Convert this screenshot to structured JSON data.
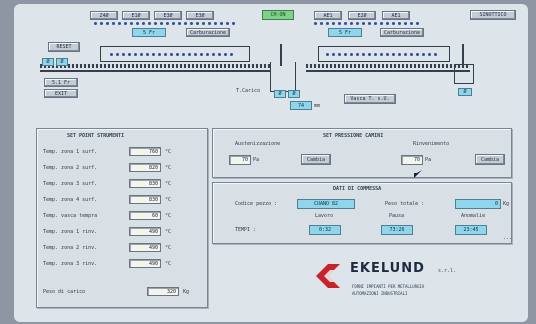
{
  "header": {
    "zones_left": [
      "Z4Ø",
      "E1Ø",
      "E3Ø",
      "E3Ø"
    ],
    "status": "CH-ON",
    "zones_right": [
      "AE1",
      "E2Ø",
      "AE1"
    ],
    "sinottico_label": "SINOTTICO"
  },
  "line": {
    "left_button": "RESET",
    "small_left_1": "Ø",
    "small_left_2": "Ø",
    "left_readout_1": "5.1  Fr",
    "left_readout_2": "EXIT",
    "top_left_value": "5  Fr",
    "top_left_btn": "Carburazione",
    "top_right_value": "5  Fr",
    "top_right_btn": "Carburazione",
    "small_mid_1": "Ø",
    "small_mid_2": "Ø",
    "speed_label": "T.Carico",
    "speed_value": "74",
    "speed_unit": "mm",
    "tank_label": "Vasca T. s.U.",
    "small_right": "Ø"
  },
  "setpoint": {
    "title": "SET POINT STRUMENTI",
    "rows": [
      {
        "label": "Temp. zona 1 surf.",
        "value": "760",
        "unit": "°C"
      },
      {
        "label": "Temp. zona 2 surf.",
        "value": "820",
        "unit": "°C"
      },
      {
        "label": "Temp. zona 3 surf.",
        "value": "830",
        "unit": "°C"
      },
      {
        "label": "Temp. zona 4 surf.",
        "value": "830",
        "unit": "°C"
      },
      {
        "label": "Temp. vasca tempra",
        "value": "60",
        "unit": "°C"
      },
      {
        "label": "Temp. zona 1 rinv.",
        "value": "490",
        "unit": "°C"
      },
      {
        "label": "Temp. zona 2 rinv.",
        "value": "490",
        "unit": "°C"
      },
      {
        "label": "Temp. zona 3 rinv.",
        "value": "490",
        "unit": "°C"
      }
    ],
    "footer_label": "Peso di carico",
    "footer_value": "320",
    "footer_unit": "Kg"
  },
  "pressione": {
    "title": "SET PRESSIONE CAMINI",
    "col1_label": "Austenizzazione",
    "col2_label": "Rinvenimento",
    "val1": "70",
    "val2": "70",
    "unit": "Pa",
    "btn1": "Cambia",
    "btn2": "Cambia"
  },
  "commessa": {
    "title": "DATI DI COMMESSA",
    "codice_label": "Codice pezzo :",
    "codice_value": "CUANO 82",
    "peso_label": "Peso totale :",
    "peso_value": "0",
    "peso_unit": "Kg",
    "col_lavoro": "Lavoro",
    "col_pausa": "Pausa",
    "col_anomalie": "Anomalie",
    "tempi_label": "TEMPI :",
    "lavoro_value": "0:32",
    "pausa_value": "73:26",
    "anomalie_value": "23:45",
    "more": "..."
  },
  "logo": {
    "name": "EKELUND",
    "suffix": "s.r.l.",
    "tagline1": "FORNI IMPIANTI PER METALLURGIA",
    "tagline2": "AUTOMAZIONI INDUSTRIALI",
    "brand_color": "#c8232c"
  }
}
